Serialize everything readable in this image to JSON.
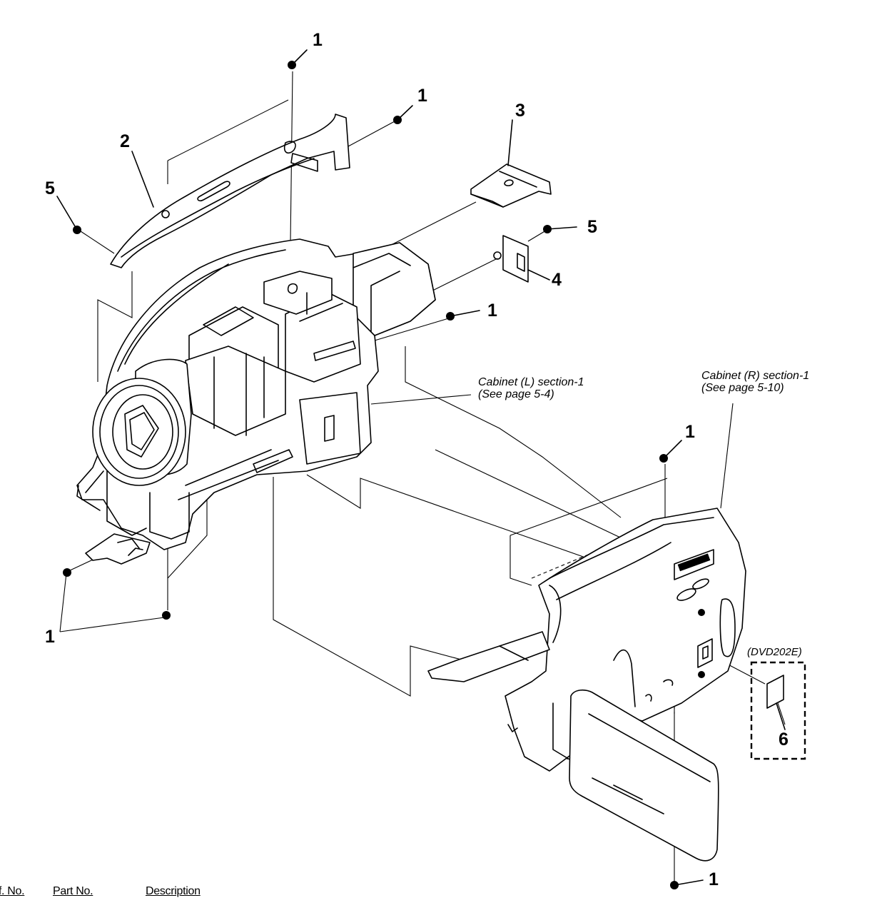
{
  "callouts": {
    "screw_top_center": "1",
    "screw_top_right": "1",
    "grip_cover": "2",
    "top_cover": "3",
    "small_bracket": "4",
    "screw_left": "5",
    "screw_right": "5",
    "screw_mid_right": "1",
    "screw_cabinet_r": "1",
    "screw_bottom_left": "1",
    "screw_bottom_right": "1",
    "label_part": "6"
  },
  "references": {
    "cabinet_l_line1": "Cabinet (L) section-1",
    "cabinet_l_line2": "(See page 5-4)",
    "cabinet_r_line1": "Cabinet (R) section-1",
    "cabinet_r_line2": "(See page 5-10)",
    "variant": "(DVD202E)"
  },
  "table_header": {
    "ref_no": "Ref. No.",
    "part_no": "Part No.",
    "description": "Description"
  }
}
